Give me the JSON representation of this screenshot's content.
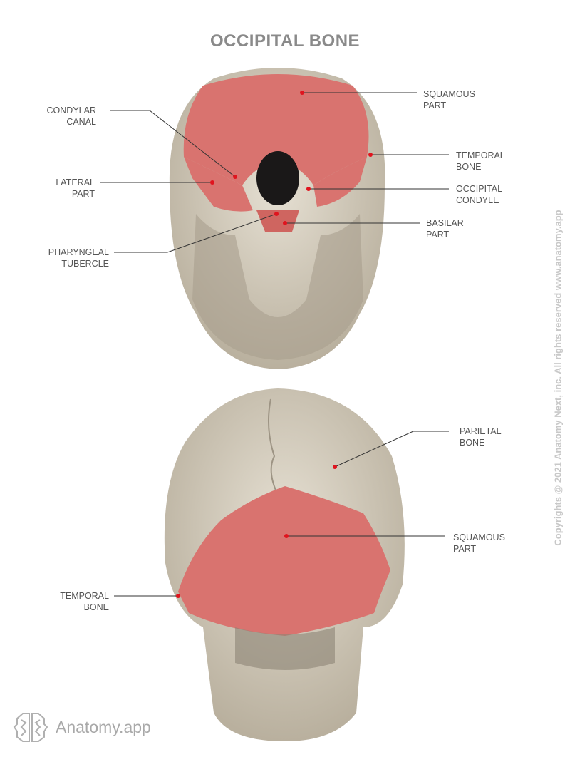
{
  "title": "OCCIPITAL BONE",
  "top_view": {
    "labels": [
      {
        "id": "squamous-part",
        "lines": [
          "SQUAMOUS",
          "PART"
        ]
      },
      {
        "id": "condylar-canal",
        "lines": [
          "CONDYLAR",
          "CANAL"
        ]
      },
      {
        "id": "temporal-bone",
        "lines": [
          "TEMPORAL",
          "BONE"
        ]
      },
      {
        "id": "lateral-part",
        "lines": [
          "LATERAL",
          "PART"
        ]
      },
      {
        "id": "occipital-condyle",
        "lines": [
          "OCCIPITAL",
          "CONDYLE"
        ]
      },
      {
        "id": "basilar-part",
        "lines": [
          "BASILAR",
          "PART"
        ]
      },
      {
        "id": "pharyngeal-tubercle",
        "lines": [
          "PHARYNGEAL",
          "TUBERCLE"
        ]
      }
    ]
  },
  "bottom_view": {
    "labels": [
      {
        "id": "parietal-bone",
        "lines": [
          "PARIETAL",
          "BONE"
        ]
      },
      {
        "id": "squamous-part",
        "lines": [
          "SQUAMOUS",
          "PART"
        ]
      },
      {
        "id": "temporal-bone",
        "lines": [
          "TEMPORAL",
          "BONE"
        ]
      }
    ]
  },
  "copyright": "Copyrights @ 2021 Anatomy Next, inc. All rights reserved www.anatomy.app",
  "logo": {
    "text": "Anatomy.app"
  },
  "colors": {
    "highlight": "#d9736f",
    "bone": "#d9d2c3",
    "marker": "#e0141e",
    "line": "#333333"
  }
}
